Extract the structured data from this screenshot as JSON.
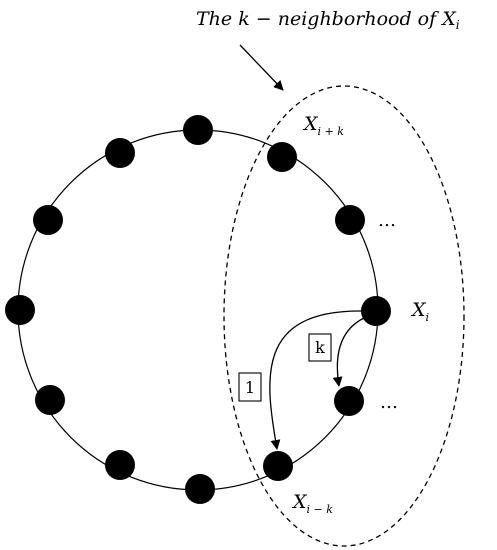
{
  "caption": {
    "text_a": "The ",
    "var_k": "k",
    "text_b": " − neighborhood of ",
    "var_x": "X",
    "sub_i": "i"
  },
  "node_labels": {
    "upper": {
      "base": "X",
      "sub": "i + k"
    },
    "center": {
      "base": "X",
      "sub": "i"
    },
    "lower": {
      "base": "X",
      "sub": "i − k"
    }
  },
  "ellipsis": "…",
  "arrow_boxes": {
    "k_box": "k",
    "one_box": "1"
  },
  "colors": {
    "ink": "#000000",
    "background": "#ffffff"
  }
}
